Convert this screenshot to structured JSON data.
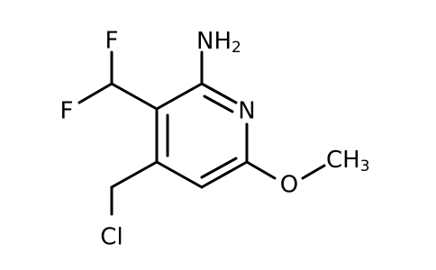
{
  "molecule": {
    "atoms": {
      "fluorine_top": "F",
      "fluorine_left": "F",
      "amine": "NH",
      "amine_subscript": "2",
      "ring_nitrogen": "N",
      "chlorine": "Cl",
      "oxygen": "O",
      "methyl": "CH",
      "methyl_subscript": "3"
    }
  }
}
